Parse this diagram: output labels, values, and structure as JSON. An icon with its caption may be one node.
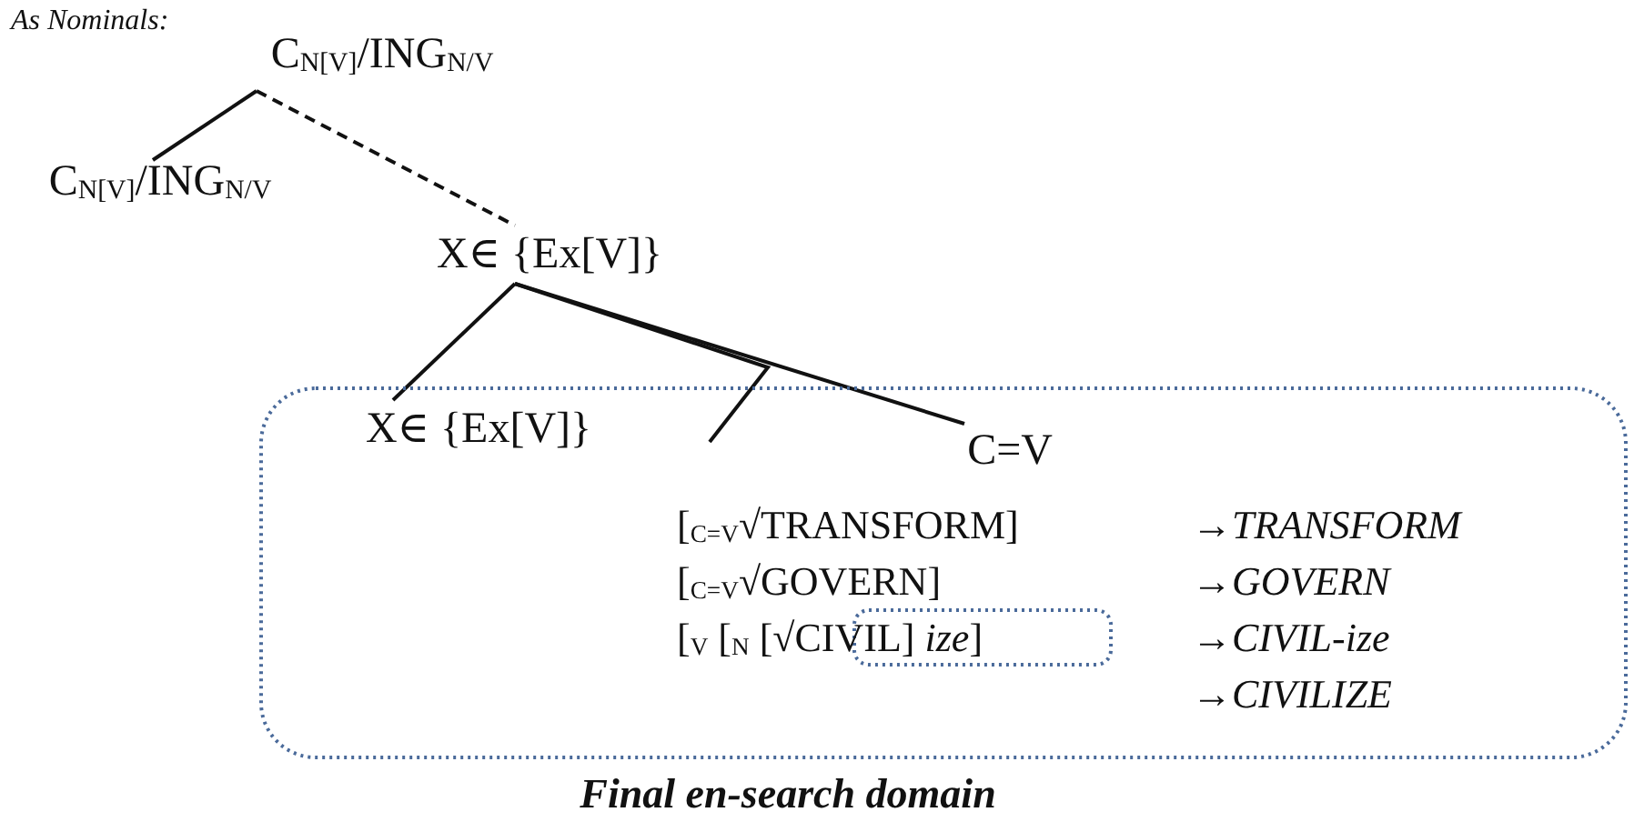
{
  "diagram": {
    "caption": "Final en-search domain",
    "nodes": [
      {
        "text": [
          "C$_{N[V]}$/ING$_{N/V}$"
        ]
      },
      {
        "text": [
          "C$_{N[V]}$/ING$_{N/V}$"
        ]
      },
      {
        "text": [
          "X∈ {Ex[V]}"
        ]
      },
      {
        "text": [],
        "shape": "box"
      },
      {
        "text": [
          "X∈ {Ex[V]}"
        ],
        "in": 3
      },
      {
        "text": [
          "C=V"
        ],
        "in": 3
      },
      {
        "text": [],
        "shape": "box",
        "in": 3
      }
    ],
    "edges": [
      {
        "from": 0,
        "to": 1,
        "arrow": "none"
      },
      {
        "from": 0,
        "to": 2,
        "arrow": "none",
        "style": "dashed"
      },
      {
        "from": 2,
        "to": 4,
        "arrow": "none"
      },
      {
        "from": 2,
        "to": 5,
        "arrow": "none"
      },
      {
        "from": 2,
        "to": null,
        "arrow": "none"
      }
    ],
    "labels": [
      "*As Nominals:*",
      "[$_{C=V}$√TRANSFORM]",
      "→*TRANSFORM*",
      "[$_{C=V}$√GOVERN]",
      "→*GOVERN*",
      "[$_{V}$ [$_{N}$ [√CIVIL] *ize*]",
      "→*CIVIL-ize*",
      "→*CIVILIZE*"
    ]
  }
}
